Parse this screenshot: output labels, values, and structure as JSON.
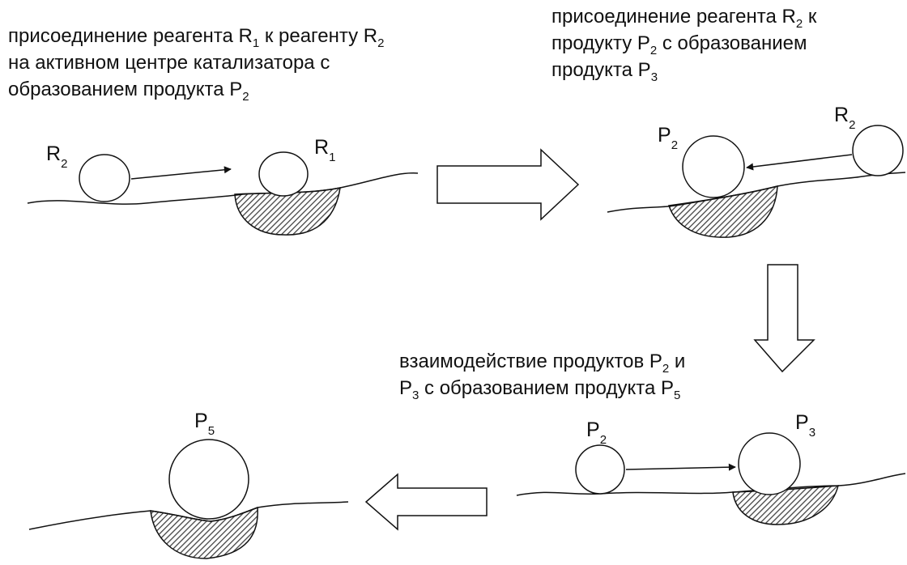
{
  "captions": {
    "step1": {
      "line1": {
        "a": "присоединение реагента R",
        "sub1": "1",
        "b": " к реагенту R",
        "sub2": "2"
      },
      "line2": "на активном центре катализатора с",
      "line3": {
        "a": "образованием продукта P",
        "sub1": "2"
      }
    },
    "step2": {
      "line1": {
        "a": "присоединение реагента R",
        "sub1": "2",
        "b": " к"
      },
      "line2": {
        "a": "продукту P",
        "sub1": "2",
        "b": " с образованием"
      },
      "line3": {
        "a": "продукта P",
        "sub1": "3"
      }
    },
    "step3": {
      "line1": {
        "a": "взаимодействие продуктов P",
        "sub1": "2",
        "b": " и"
      },
      "line2": {
        "a": "P",
        "sub1": "3",
        "b": " с образованием продукта P",
        "sub2": "5"
      }
    }
  },
  "labels": {
    "s1_r2": {
      "main": "R",
      "sub": "2"
    },
    "s1_r1": {
      "main": "R",
      "sub": "1"
    },
    "s2_p2": {
      "main": "P",
      "sub": "2"
    },
    "s2_r2": {
      "main": "R",
      "sub": "2"
    },
    "s3_p2": {
      "main": "P",
      "sub": "2"
    },
    "s3_p3": {
      "main": "P",
      "sub": "3"
    },
    "s4_p5": {
      "main": "P",
      "sub": "5"
    }
  },
  "colors": {
    "ink": "#111111",
    "hatch": "#4a4a4a",
    "background": "#ffffff"
  }
}
